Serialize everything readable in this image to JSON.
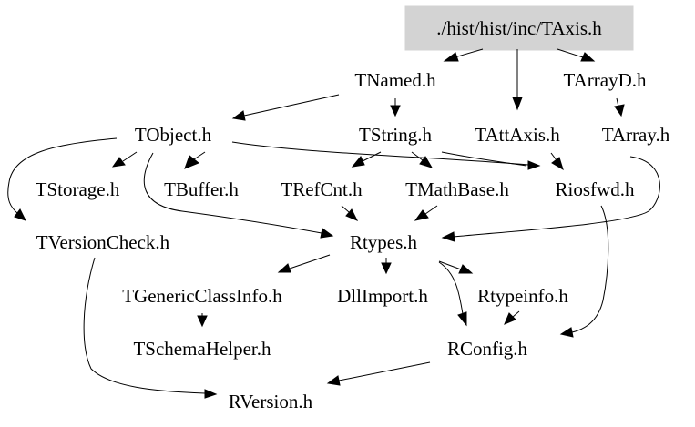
{
  "root": {
    "label": "./hist/hist/inc/TAxis.h",
    "fill": "#d3d3d3"
  },
  "nodes": {
    "TNamed": "TNamed.h",
    "TArrayD": "TArrayD.h",
    "TObject": "TObject.h",
    "TString": "TString.h",
    "TAttAxis": "TAttAxis.h",
    "TArray": "TArray.h",
    "TStorage": "TStorage.h",
    "TBuffer": "TBuffer.h",
    "TRefCnt": "TRefCnt.h",
    "TMathBase": "TMathBase.h",
    "Riosfwd": "Riosfwd.h",
    "TVersionCheck": "TVersionCheck.h",
    "Rtypes": "Rtypes.h",
    "TGenericClassInfo": "TGenericClassInfo.h",
    "DllImport": "DllImport.h",
    "Rtypeinfo": "Rtypeinfo.h",
    "TSchemaHelper": "TSchemaHelper.h",
    "RConfig": "RConfig.h",
    "RVersion": "RVersion.h"
  }
}
